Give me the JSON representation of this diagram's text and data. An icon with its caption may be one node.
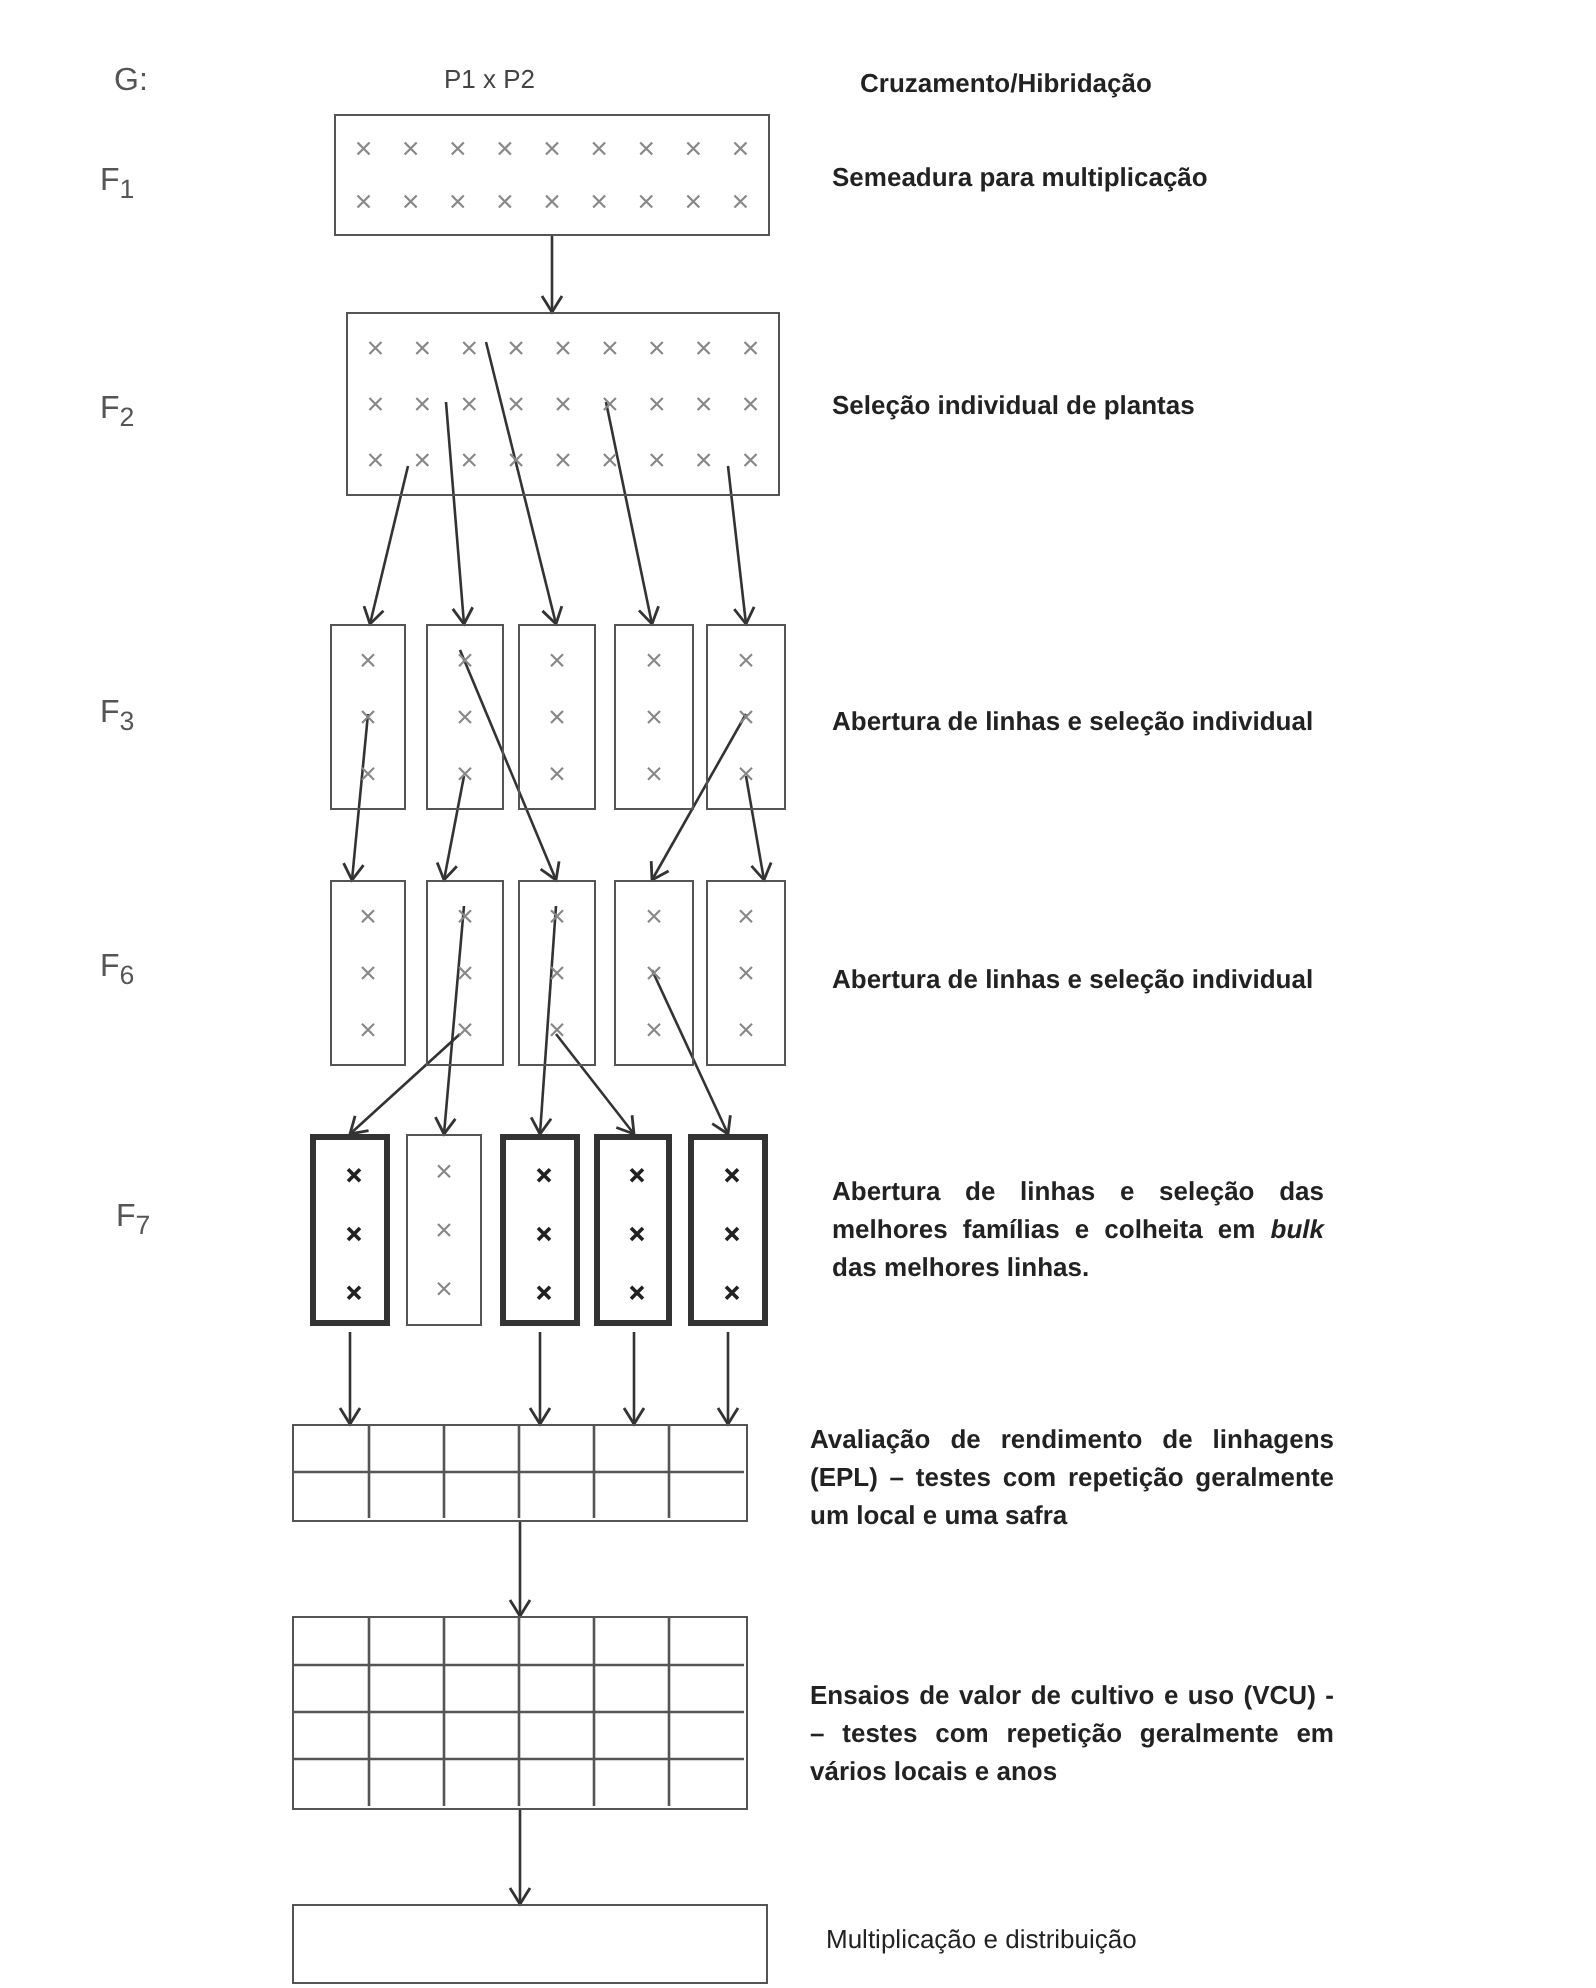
{
  "diagram": {
    "nodes": [
      {
        "text": [],
        "shape": "box"
      },
      {
        "text": [],
        "shape": "box"
      },
      {
        "text": [],
        "shape": "box"
      },
      {
        "text": [],
        "shape": "box"
      },
      {
        "text": [],
        "shape": "box"
      },
      {
        "text": [],
        "shape": "box"
      },
      {
        "text": [],
        "shape": "box"
      },
      {
        "text": [],
        "shape": "box"
      },
      {
        "text": [],
        "shape": "box"
      },
      {
        "text": [],
        "shape": "box"
      },
      {
        "text": [],
        "shape": "box"
      },
      {
        "text": [],
        "shape": "box"
      },
      {
        "text": [],
        "shape": "box"
      },
      {
        "text": [],
        "shape": "box"
      },
      {
        "text": [],
        "shape": "box"
      },
      {
        "text": [],
        "shape": "box"
      },
      {
        "text": [],
        "shape": "box"
      },
      {
        "text": [],
        "shape": "box"
      },
      {
        "text": [],
        "shape": "box"
      },
      {
        "text": [],
        "shape": "box"
      }
    ],
    "edges": [
      {
        "from": 0,
        "to": 1,
        "arrow": "to"
      },
      {
        "from": 1,
        "to": 2,
        "arrow": "to"
      },
      {
        "from": 1,
        "to": 3,
        "arrow": "to"
      },
      {
        "from": 1,
        "to": 4,
        "arrow": "to"
      },
      {
        "from": 1,
        "to": 5,
        "arrow": "to"
      },
      {
        "from": 1,
        "to": 6,
        "arrow": "to"
      },
      {
        "from": 2,
        "to": 7,
        "arrow": "to"
      },
      {
        "from": 3,
        "to": 8,
        "arrow": "to"
      },
      {
        "from": 3,
        "to": 9,
        "arrow": "to"
      },
      {
        "from": 6,
        "to": 10,
        "arrow": "to"
      },
      {
        "from": 6,
        "to": 11,
        "arrow": "to"
      },
      {
        "from": 8,
        "to": 12,
        "arrow": "to"
      },
      {
        "from": 8,
        "to": 13,
        "arrow": "to"
      },
      {
        "from": 9,
        "to": 14,
        "arrow": "to"
      },
      {
        "from": 9,
        "to": 15,
        "arrow": "to"
      },
      {
        "from": 10,
        "to": 16,
        "arrow": "to"
      },
      {
        "from": 12,
        "to": 17,
        "arrow": "to"
      },
      {
        "from": 14,
        "to": 17,
        "arrow": "to"
      },
      {
        "from": 15,
        "to": 17,
        "arrow": "to"
      },
      {
        "from": 16,
        "to": 17,
        "arrow": "to"
      },
      {
        "from": 17,
        "to": 18,
        "arrow": "to"
      },
      {
        "from": 18,
        "to": 19,
        "arrow": "to"
      }
    ],
    "labels": [
      "G:",
      "P1 x P2",
      "Cruzamento/Hibridação",
      "F$_{1}$",
      "Semeadura para multiplicação",
      "F$_{2}$",
      "Seleção individual de plantas",
      "F$_{3}$",
      "Abertura de linhas e seleção individual",
      "F$_{6}$",
      "Abertura de linhas e seleção individual",
      "F$_{7}$",
      "Abertura de linhas e seleção das melhores famílias  e colheita em *bulk* das melhores linhas.",
      "Avaliação de rendimento de linhagens (EPL) – testes com repetição geralmente um local e uma safra",
      "Ensaios de valor de cultivo e uso (VCU) - – testes com repetição geralmente  em vários locais e anos",
      "Multiplicação e distribuição"
    ]
  }
}
